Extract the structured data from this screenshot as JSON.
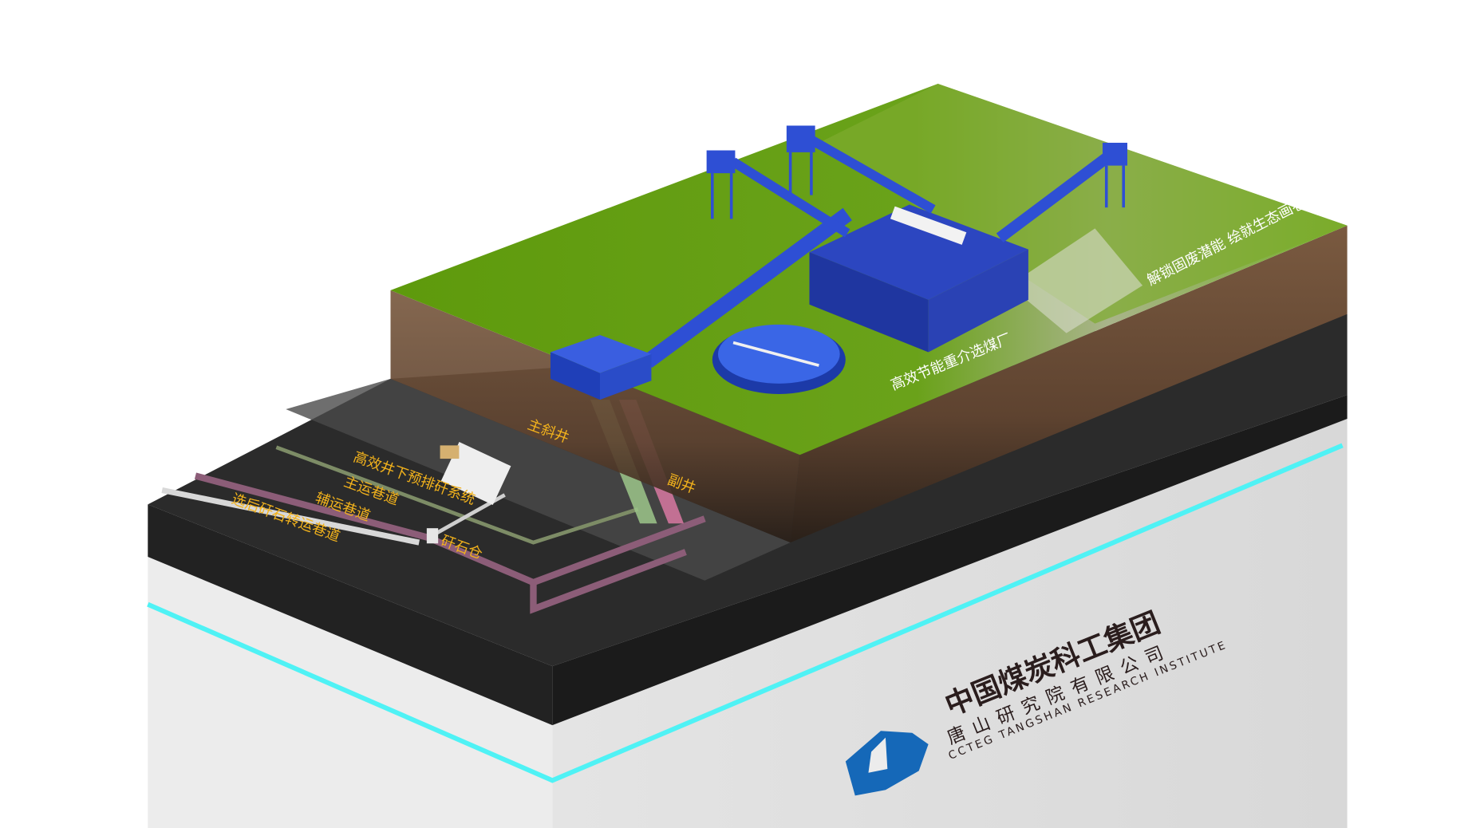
{
  "surface": {
    "plant_label": "高效节能重介选煤厂",
    "slogan": "解锁固废潜能  绘就生态画卷"
  },
  "underground": {
    "main_incline_shaft": "主斜井",
    "auxiliary_shaft": "副井",
    "preselection_system": "高效井下预排矸系统",
    "main_haulage_roadway": "主运巷道",
    "auxiliary_haulage_roadway": "辅运巷道",
    "gangue_transfer_roadway": "选后矸石转运巷道",
    "gangue_bin": "矸石仓"
  },
  "logo": {
    "group_name": "中国煤炭科工集团",
    "company_name": "唐山研究院有限公司",
    "english_name": "CCTEG TANGSHAN RESEARCH INSTITUTE"
  },
  "colors": {
    "label": "#f2b21c",
    "accent_line": "#4ff2f5",
    "logo_blue": "#1568b8",
    "grass": "#5e9a0c",
    "structure_blue": "#2447c8"
  }
}
